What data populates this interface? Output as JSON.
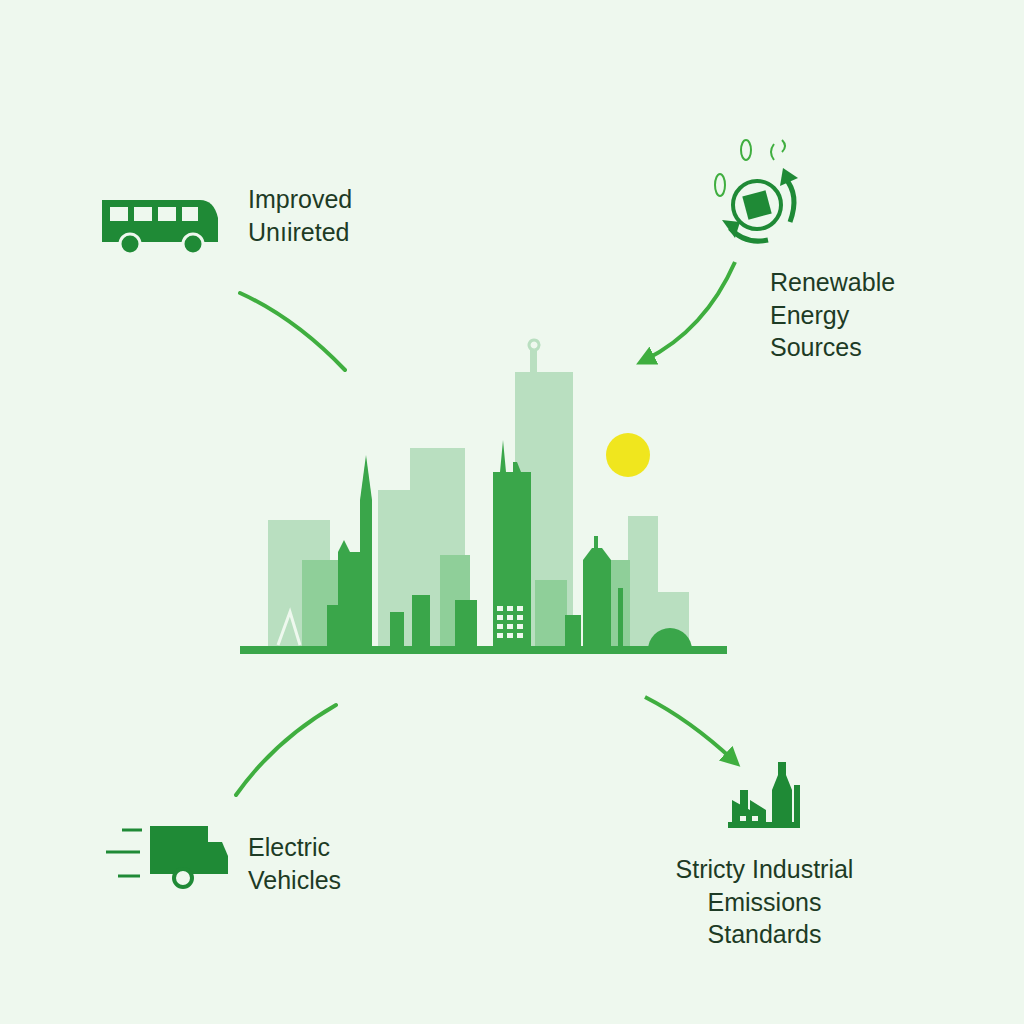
{
  "diagram": {
    "labels": [
      "Improved Unıireted",
      "Renewable Energy Sources",
      "Electric Vehicles",
      "Stricty Industrial Emissions Standards"
    ]
  }
}
